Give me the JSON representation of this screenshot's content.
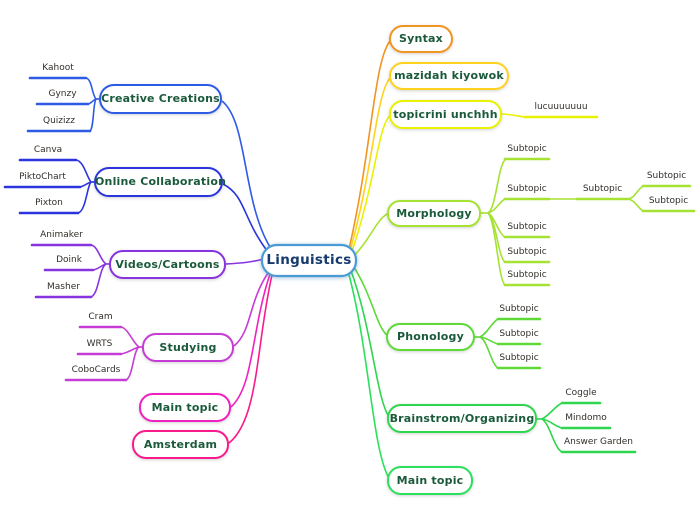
{
  "theme": {
    "background": "#ffffff",
    "topic_text": "#1a5a3a",
    "center_text": "#153a6d",
    "child_text": "#332f2a"
  },
  "center": {
    "label": "Linguistics",
    "color": "#4a9bd5"
  },
  "branches": {
    "creative_creations": {
      "label": "Creative Creations",
      "color": "#2e5be6",
      "children": [
        {
          "label": "Kahoot"
        },
        {
          "label": "Gynzy"
        },
        {
          "label": "Quizizz"
        }
      ]
    },
    "online_collaboration": {
      "label": "Online Collaboration",
      "color": "#2b35dd",
      "children": [
        {
          "label": "Canva"
        },
        {
          "label": "PiktoChart"
        },
        {
          "label": "Pixton"
        }
      ]
    },
    "videos_cartoons": {
      "label": "Videos/Cartoons",
      "color": "#8833e0",
      "children": [
        {
          "label": "Animaker"
        },
        {
          "label": "Doink"
        },
        {
          "label": "Masher"
        }
      ]
    },
    "studying": {
      "label": "Studying",
      "color": "#c73bd6",
      "children": [
        {
          "label": "Cram"
        },
        {
          "label": "WRTS"
        },
        {
          "label": "CoboCards"
        }
      ]
    },
    "main_topic_left": {
      "label": "Main topic",
      "color": "#f020c0",
      "children": []
    },
    "amsterdam": {
      "label": "Amsterdam",
      "color": "#fa1a8c",
      "children": []
    },
    "syntax": {
      "label": "Syntax",
      "color": "#f09422",
      "children": []
    },
    "mazidah": {
      "label": "mazidah kiyowok",
      "color": "#ffd21e",
      "children": []
    },
    "topicrini": {
      "label": "topicrini unchhh",
      "color": "#e8f202",
      "children": [
        {
          "label": "lucuuuuuuu"
        }
      ]
    },
    "morphology": {
      "label": "Morphology",
      "color": "#a5e232",
      "children": [
        {
          "label": "Subtopic"
        },
        {
          "label": "Subtopic",
          "children": [
            {
              "label": "Subtopic",
              "children": [
                {
                  "label": "Subtopic"
                },
                {
                  "label": "Subtopic"
                }
              ]
            }
          ]
        },
        {
          "label": "Subtopic"
        },
        {
          "label": "Subtopic"
        },
        {
          "label": "Subtopic"
        }
      ]
    },
    "phonology": {
      "label": "Phonology",
      "color": "#5fd938",
      "children": [
        {
          "label": "Subtopic"
        },
        {
          "label": "Subtopic"
        },
        {
          "label": "Subtopic"
        }
      ]
    },
    "brainstorm": {
      "label": "Brainstrom/Organizing",
      "color": "#2dd64d",
      "children": [
        {
          "label": "Coggle"
        },
        {
          "label": "Mindomo"
        },
        {
          "label": "Answer Garden"
        }
      ]
    },
    "main_topic_right": {
      "label": "Main topic",
      "color": "#2be05c",
      "children": []
    }
  }
}
